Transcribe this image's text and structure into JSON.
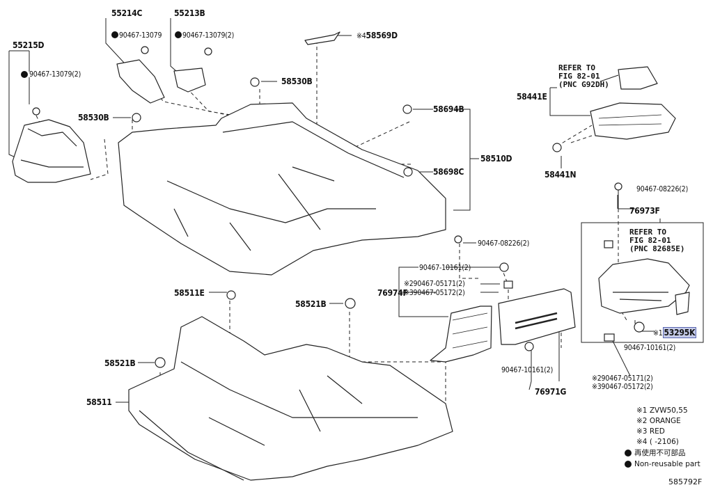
{
  "labels": {
    "p55214C": "55214C",
    "p55213B": "55213B",
    "p58569D": "58569D",
    "mark4": "※4",
    "c1": "90467-13079",
    "c2": "90467-13079(2)",
    "c3": "90467-13079(2)",
    "p55215D": "55215D",
    "p58530B_a": "58530B",
    "p58530B_b": "58530B",
    "p58694B": "58694B",
    "p58510D": "58510D",
    "p58698C": "58698C",
    "p58441E": "58441E",
    "p58441N": "58441N",
    "c90467_08226_a": "90467-08226(2)",
    "p76973F": "76973F",
    "c90467_08226_b": "90467-08226(2)",
    "c90467_10161_a": "90467-10161(2)",
    "c2_05171_a": "※290467-05171(2)",
    "c3_05172_a": "※390467-05172(2)",
    "p76974F": "76974F",
    "p58511E": "58511E",
    "p58521B_a": "58521B",
    "p58521B_b": "58521B",
    "p58511": "58511",
    "c90467_10161_b": "90467-10161(2)",
    "p76971G": "76971G",
    "mark1": "※1",
    "p53295K": "53295K",
    "c90467_10161_c": "90467-10161(2)",
    "c2_05171_b": "※290467-05171(2)",
    "c3_05172_b": "※390467-05172(2)",
    "diagram_id": "585792F"
  },
  "refer_a": "REFER TO\nFIG 82-01\n(PNC G92DH)",
  "refer_b": "REFER TO\nFIG 82-01\n(PNC 82685E)",
  "legend": {
    "n1": "※1 ZVW50,55",
    "n2": "※2 ORANGE",
    "n3": "※3 RED",
    "n4": "※4 (     -2106)",
    "nonreuse_jp": "再使用不可部品",
    "nonreuse_en": "Non-reusable part"
  }
}
